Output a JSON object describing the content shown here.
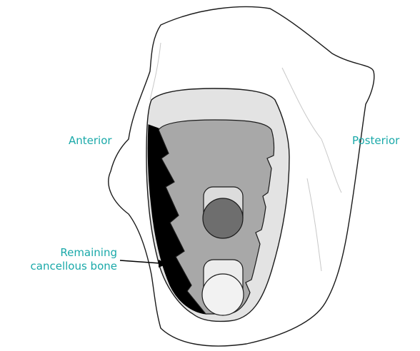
{
  "colors": {
    "label": "#1aa9a9",
    "outline": "#1a1a1a",
    "glenoid_fill": "#e3e3e3",
    "implant_fill": "#a8a8a8",
    "peg_dark": "#6e6e6e",
    "peg_light": "#ececec",
    "bone_black": "#000000"
  },
  "labels": {
    "anterior": "Anterior",
    "posterior": "Posterior",
    "remaining_line1": "Remaining",
    "remaining_line2": "cancellous bone"
  },
  "icons": {
    "arrow": "arrow-right-icon"
  }
}
